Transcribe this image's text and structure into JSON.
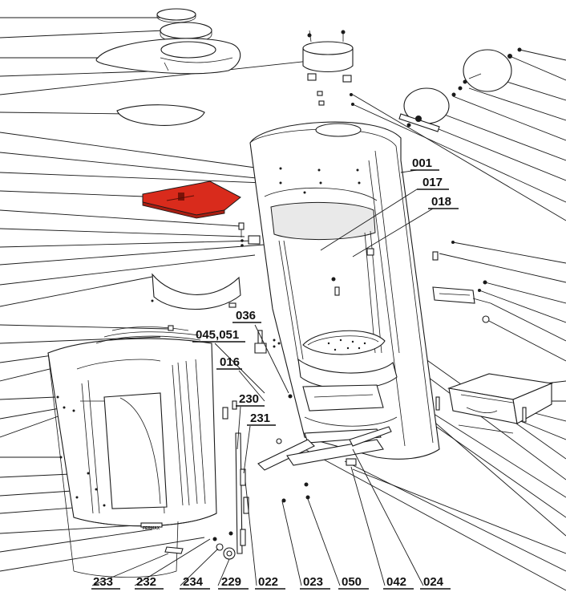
{
  "diagram": {
    "highlight_color": "#d92b1c",
    "line_color": "#1a1a1a",
    "part_labels": {
      "p001": "001",
      "p017": "017",
      "p018": "018",
      "p036": "036",
      "p045": "045,051",
      "p016": "016",
      "p230": "230",
      "p231": "231",
      "p233": "233",
      "p232": "232",
      "p234": "234",
      "p229": "229",
      "p022": "022",
      "p023": "023",
      "p050": "050",
      "p042": "042",
      "p024": "024"
    },
    "brand_badge": "FERMAX"
  }
}
